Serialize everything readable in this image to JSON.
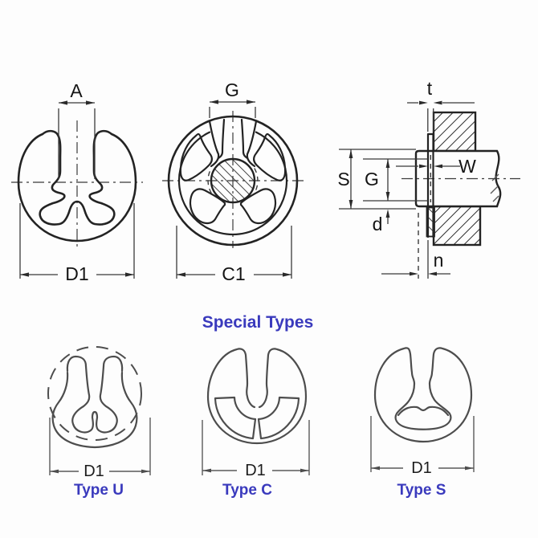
{
  "colors": {
    "accent_blue": "#3a3abd",
    "line": "#232323",
    "paper": "#fdfdfd"
  },
  "top_figures": {
    "front_view": {
      "dims": {
        "gap": "A",
        "outer_diameter": "D1"
      }
    },
    "installed_view": {
      "dims": {
        "groove_gap": "G",
        "clamp_diameter": "C1"
      }
    },
    "section_view": {
      "dims": {
        "thickness": "t",
        "groove_width": "W",
        "shaft_diameter": "S",
        "groove_diameter": "G",
        "groove_depth": "d",
        "edge_margin": "n"
      }
    }
  },
  "special_types": {
    "heading": "Special Types",
    "items": [
      {
        "dim": "D1",
        "label": "Type U"
      },
      {
        "dim": "D1",
        "label": "Type C"
      },
      {
        "dim": "D1",
        "label": "Type S"
      }
    ]
  }
}
